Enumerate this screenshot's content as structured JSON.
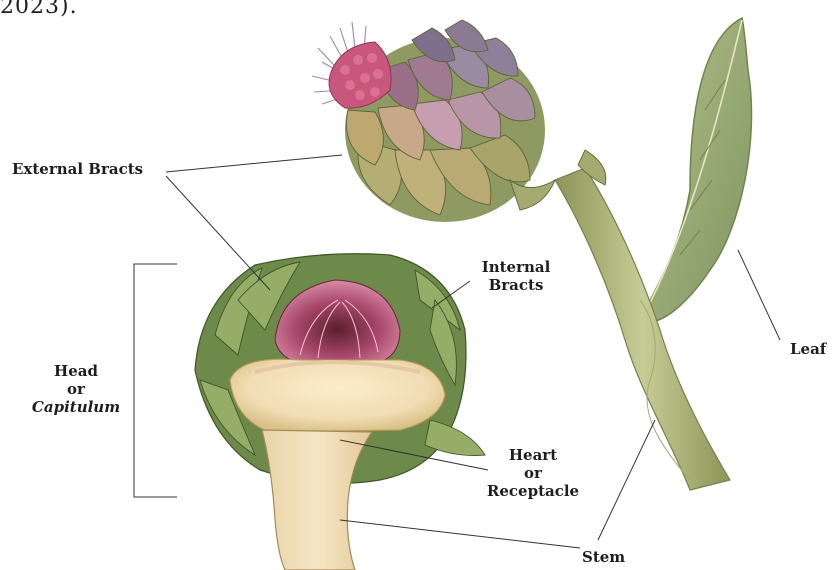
{
  "header_fragment": "2023).",
  "labels": {
    "external_bracts": "External Bracts",
    "internal_bracts": [
      "Internal",
      "Bracts"
    ],
    "head": [
      "Head",
      "or",
      "Capitulum"
    ],
    "heart": [
      "Heart",
      "or",
      "Receptacle"
    ],
    "stem": "Stem",
    "leaf": "Leaf"
  },
  "colors": {
    "bract_green": "#a8ae72",
    "bract_purple": "#8a5a78",
    "heart_cream": "#f1dcb4",
    "stem_green": "#b7bf84",
    "leaf_green": "#98ab74",
    "line": "#333333"
  }
}
